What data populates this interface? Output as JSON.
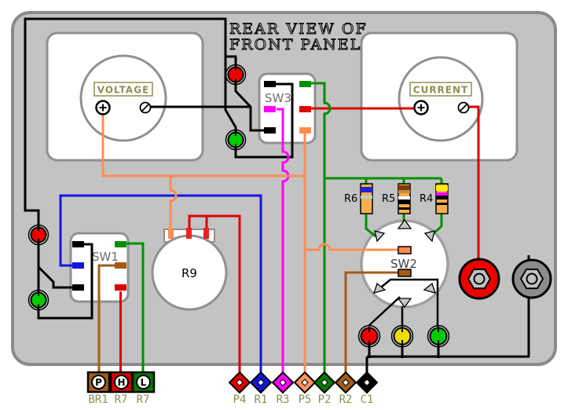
{
  "title": {
    "line1": "REAR VIEW OF",
    "line2": "FRONT PANEL"
  },
  "meters": {
    "voltage": {
      "label": "VOLTAGE"
    },
    "current": {
      "label": "CURRENT"
    }
  },
  "switches": {
    "sw1": {
      "label": "SW1"
    },
    "sw2": {
      "label": "SW2"
    },
    "sw3": {
      "label": "SW3"
    }
  },
  "resistors": {
    "r9": {
      "label": "R9"
    },
    "r6": {
      "label": "R6",
      "bands": [
        "#2020dd",
        "#c8c8c8"
      ]
    },
    "r5": {
      "label": "R5",
      "bands": [
        "#7b3a10",
        "#cd853f",
        "#ffffff",
        "#000000",
        "#000000"
      ]
    },
    "r4": {
      "label": "R4",
      "bands": [
        "#ffee00",
        "#ff00ff",
        "#000000",
        "#000000"
      ]
    }
  },
  "bottom_boxes": [
    {
      "letter": "P",
      "label": "BR1",
      "color": "#a35c19"
    },
    {
      "letter": "H",
      "label": "R7",
      "color": "#dd0000"
    },
    {
      "letter": "L",
      "label": "R7",
      "color": "#007a00"
    }
  ],
  "diamonds": [
    {
      "label": "P4",
      "color": "#dd0000"
    },
    {
      "label": "R1",
      "color": "#1414dd"
    },
    {
      "label": "R3",
      "color": "#ff00ff"
    },
    {
      "label": "P5",
      "color": "#ff9460"
    },
    {
      "label": "P2",
      "color": "#007a00"
    },
    {
      "label": "R2",
      "color": "#a35c19"
    },
    {
      "label": "C1",
      "color": "#000000"
    }
  ],
  "colors": {
    "panel": "#c3c3c3",
    "panel_border": "#8a8a8a",
    "component_border": "#909090",
    "wire_black": "#000000",
    "wire_red": "#dd0000",
    "wire_green": "#008f00",
    "wire_blue": "#1414dd",
    "wire_magenta": "#ff00ff",
    "wire_orange": "#ff8c50",
    "wire_brown": "#a35c19",
    "label_olive": "#8f8f55",
    "led_red": "#ee0000",
    "led_green": "#00cc00",
    "led_yellow": "#eedd00",
    "resistor_body": "#f2b14e",
    "post_red": "#ee0000",
    "post_gray": "#8c8c8c"
  }
}
